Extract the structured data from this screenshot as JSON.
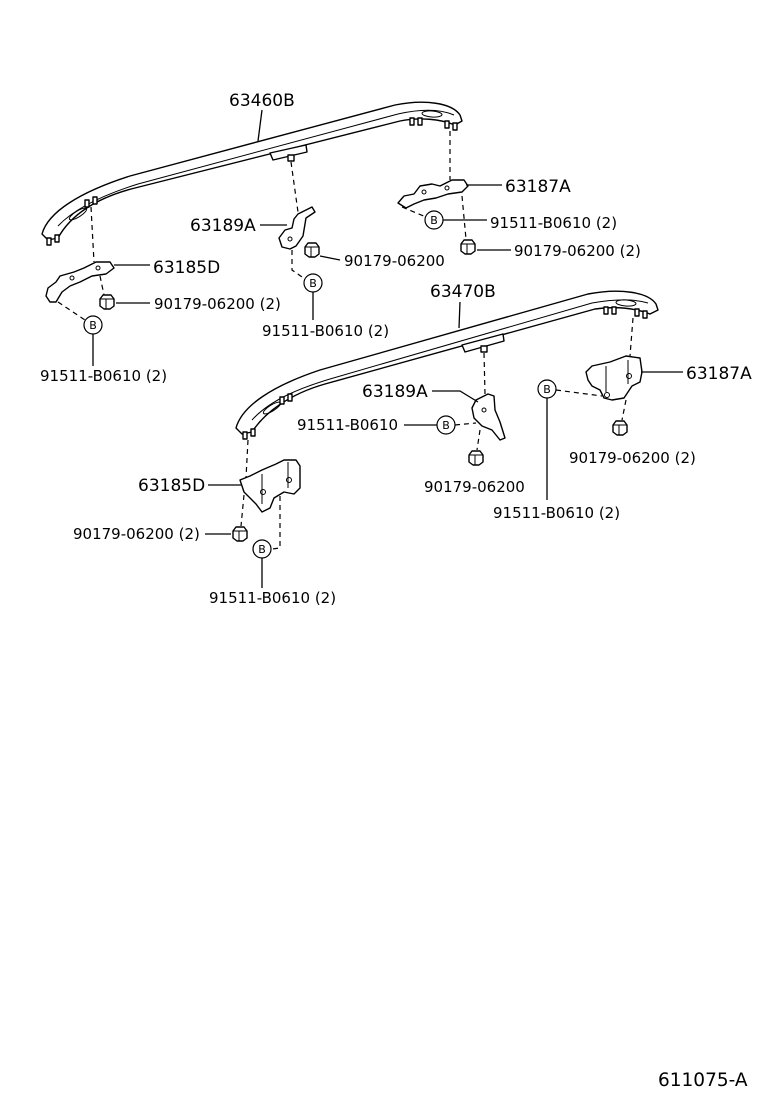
{
  "diagram": {
    "bolt_marker": "B",
    "illustration_code": "611075-A",
    "upper_rail": {
      "rail": "63460B",
      "rear_bracket": "63187A",
      "rear_bolt": "91511-B0610 (2)",
      "rear_nut": "90179-06200 (2)",
      "center_bracket": "63189A",
      "center_nut": "90179-06200",
      "center_bolt": "91511-B0610 (2)",
      "front_bracket": "63185D",
      "front_nut": "90179-06200 (2)",
      "front_bolt": "91511-B0610 (2)"
    },
    "lower_rail": {
      "rail": "63470B",
      "rear_bracket": "63187A",
      "rear_bolt": "91511-B0610 (2)",
      "rear_nut": "90179-06200 (2)",
      "center_bracket": "63189A",
      "center_bolt": "91511-B0610",
      "center_nut": "90179-06200",
      "front_bracket": "63185D",
      "front_nut": "90179-06200 (2)",
      "front_bolt": "91511-B0610 (2)"
    }
  }
}
